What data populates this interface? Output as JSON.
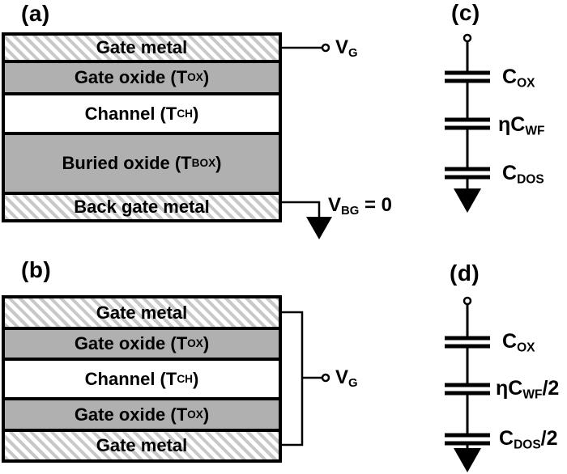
{
  "figure": {
    "panel_a": {
      "label": "(a)",
      "layers": [
        {
          "pre": "Gate metal"
        },
        {
          "pre": "Gate oxide (T",
          "sub": "OX",
          "post": ")"
        },
        {
          "pre": "Channel (T",
          "sub": "CH",
          "post": ")"
        },
        {
          "pre": "Buried oxide (T",
          "sub": "BOX",
          "post": ")"
        },
        {
          "pre": "Back gate metal"
        }
      ],
      "gate_terminal": {
        "pre": "V",
        "sub": "G"
      },
      "back_gate_terminal": {
        "pre": "V",
        "sub": "BG",
        "post": " = 0"
      }
    },
    "panel_b": {
      "label": "(b)",
      "layers": [
        {
          "pre": "Gate metal"
        },
        {
          "pre": "Gate oxide (T",
          "sub": "OX",
          "post": ")"
        },
        {
          "pre": "Channel (T",
          "sub": "CH",
          "post": ")"
        },
        {
          "pre": "Gate oxide (T",
          "sub": "OX",
          "post": ")"
        },
        {
          "pre": "Gate metal"
        }
      ],
      "gate_terminal": {
        "pre": "V",
        "sub": "G"
      }
    },
    "panel_c": {
      "label": "(c)",
      "capacitors": [
        {
          "pre": "C",
          "sub": "OX"
        },
        {
          "pre": "ηC",
          "sub": "WF"
        },
        {
          "pre": "C",
          "sub": "DOS"
        }
      ]
    },
    "panel_d": {
      "label": "(d)",
      "capacitors": [
        {
          "pre": "C",
          "sub": "OX"
        },
        {
          "pre": "ηC",
          "sub": "WF",
          "post": "/2"
        },
        {
          "pre": "C",
          "sub": "DOS",
          "post": "/2"
        }
      ]
    },
    "colors": {
      "layer_gray": "#b0b0b0",
      "hatch_stripe": "#c8c8c8",
      "line": "#000000"
    }
  }
}
